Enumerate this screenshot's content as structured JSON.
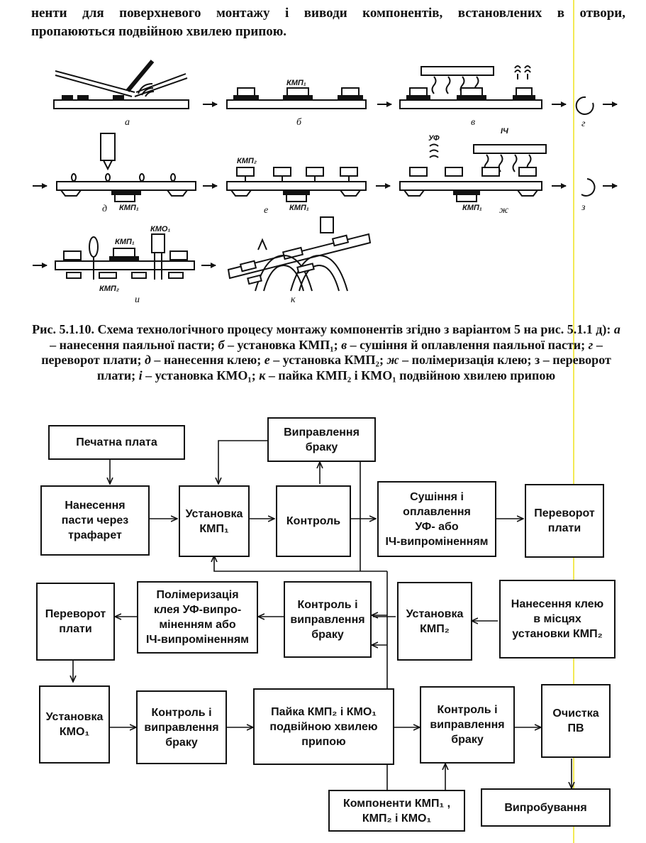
{
  "intro": {
    "line1": "ненти для поверхневого монтажу і виводи компонентів, встановлених в отвори,",
    "line2": "пропаюються подвійною хвилею припою."
  },
  "stages": {
    "labels": [
      "а",
      "б",
      "в",
      "г",
      "д",
      "е",
      "ж",
      "з",
      "и",
      "к"
    ],
    "tags": {
      "kmp1_top": "КМП₁",
      "ir": "ІЧ",
      "uv": "УФ",
      "kmp1_bottom": "КМП₁",
      "kmp2_top": "КМП₂",
      "kmp1_e": "КМП₁",
      "kmp1_zh": "КМП₁",
      "kmp1_i": "КМП₁",
      "kmo1": "КМО₁",
      "kmp2_i": "КМП₂"
    }
  },
  "caption": {
    "p1": "Рис. 5.1.10. Схема технологічного процесу монтажу компонентів згідно з варіантом 5 на рис. 5.1.1 д): ",
    "a_l": "а",
    "a_t": " – нанесення паяльної пасти; ",
    "b_l": "б",
    "b_t": " – установка КМП₁; ",
    "v_l": "в",
    "v_t": " – сушіння й оплавлення паяльної пасти; ",
    "g_l": "г",
    "g_t": " – переворот плати; ",
    "d_l": "д",
    "d_t": " – нанесення клею; ",
    "e_l": "е",
    "e_t": " – установка КМП₂; ",
    "zh_l": "ж",
    "zh_t": " – полімеризація клею; з – переворот плати; ",
    "i_l": "і",
    "i_t": " – установка КМО₁; ",
    "k_l": "к",
    "k_t": " – пайка КМП₂ і КМО₁ подвійною хвилею припою"
  },
  "flow": {
    "boxes": {
      "pcb": "Печатна плата",
      "rework1": "Виправлення\nбраку",
      "paste": "Нанесення\nпасти через\nтрафарет",
      "install_kmp1": "Установка\nКМП₁",
      "control1": "Контроль",
      "drying": "Сушіння і\nоплавлення\nУФ- або\nІЧ-випроміненням",
      "flip1": "Переворот\nплати",
      "flip2": "Переворот\nплати",
      "polymer": "Полімеризація\nклея УФ-випро-\nміненням або\nІЧ-випроміненням",
      "control_rework1": "Контроль і\nвиправлення\nбраку",
      "install_kmp2": "Установка\nКМП₂",
      "glue": "Нанесення клею\nв місцях\nустановки КМП₂",
      "install_kmo1": "Установка\nКМО₁",
      "control_rework2": "Контроль і\nвиправлення\nбраку",
      "soldering": "Пайка КМП₂ і КМО₁\nподвійною хвилею\nприпою",
      "control_rework3": "Контроль і\nвиправлення\nбраку",
      "cleaning": "Очистка\nПВ",
      "components": "Компоненти КМП₁ ,\nКМП₂ і КМО₁",
      "testing": "Випробування"
    }
  }
}
